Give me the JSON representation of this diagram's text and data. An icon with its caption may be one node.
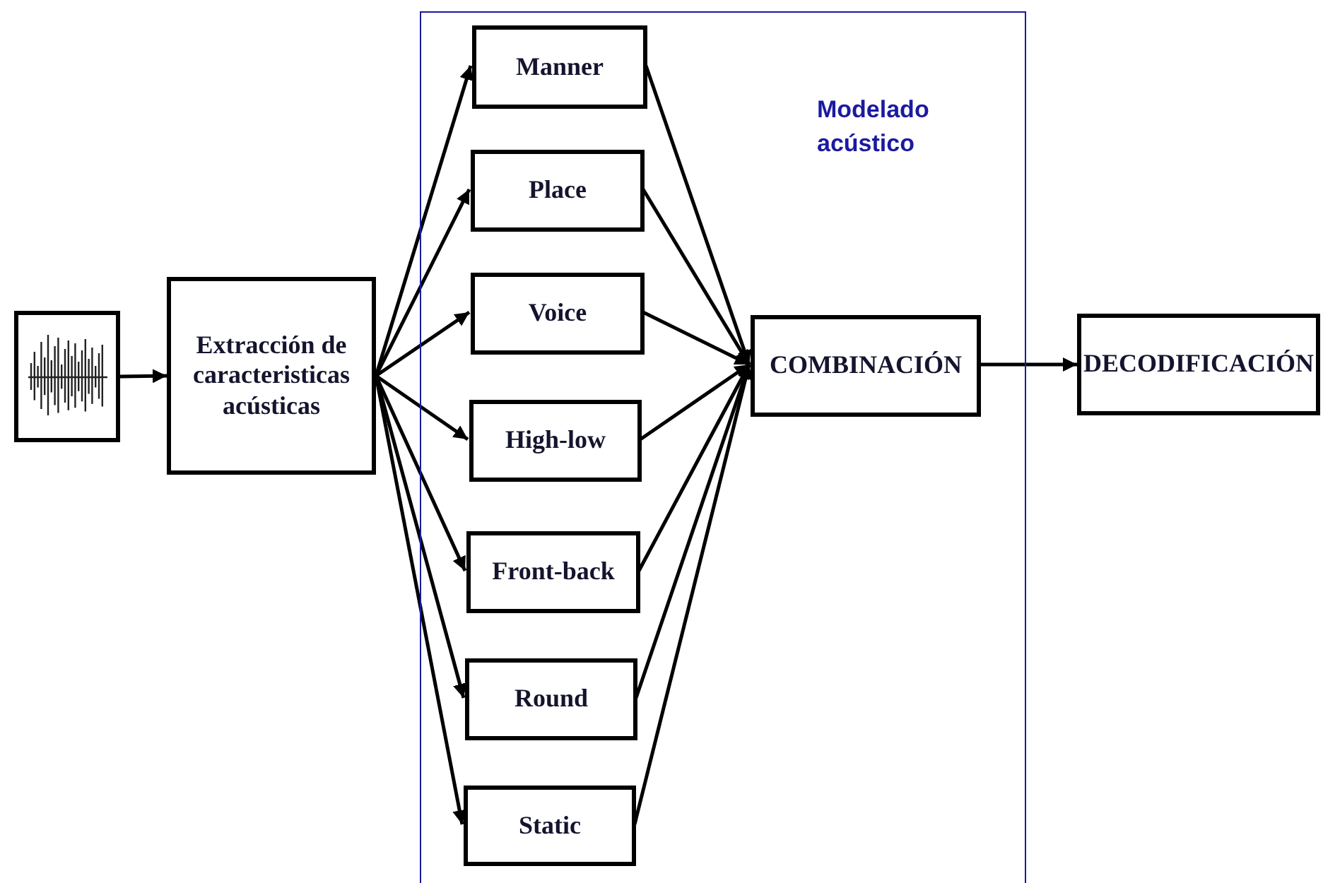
{
  "diagram": {
    "nodes": [
      {
        "text": [],
        "shape": "picture"
      },
      {
        "text": [
          "Extracción de caracteristicas acústicas"
        ]
      },
      {
        "text": [
          "Modelado acústico"
        ]
      },
      {
        "text": [
          "Manner"
        ],
        "in": 2
      },
      {
        "text": [
          "Place"
        ],
        "in": 2
      },
      {
        "text": [
          "Voice"
        ],
        "in": 2
      },
      {
        "text": [
          "High-low"
        ],
        "in": 2
      },
      {
        "text": [
          "Front-back"
        ],
        "in": 2
      },
      {
        "text": [
          "Round"
        ],
        "in": 2
      },
      {
        "text": [
          "Static"
        ],
        "in": 2
      },
      {
        "text": [
          "COMBINACIÓN"
        ],
        "in": 2
      },
      {
        "text": [
          "DECODIFICACIÓN"
        ]
      }
    ],
    "edges": [
      {
        "from": 0,
        "to": 1,
        "arrow": "to"
      },
      {
        "from": 1,
        "to": 3,
        "arrow": "to"
      },
      {
        "from": 1,
        "to": 4,
        "arrow": "to"
      },
      {
        "from": 1,
        "to": 5,
        "arrow": "to"
      },
      {
        "from": 1,
        "to": 6,
        "arrow": "to"
      },
      {
        "from": 1,
        "to": 7,
        "arrow": "to"
      },
      {
        "from": 1,
        "to": 8,
        "arrow": "to"
      },
      {
        "from": 1,
        "to": 9,
        "arrow": "to"
      },
      {
        "from": 3,
        "to": 10,
        "arrow": "to"
      },
      {
        "from": 4,
        "to": 10,
        "arrow": "to"
      },
      {
        "from": 5,
        "to": 10,
        "arrow": "to"
      },
      {
        "from": 6,
        "to": 10,
        "arrow": "to"
      },
      {
        "from": 7,
        "to": 10,
        "arrow": "to"
      },
      {
        "from": 8,
        "to": 10,
        "arrow": "to"
      },
      {
        "from": 9,
        "to": 10,
        "arrow": "to"
      },
      {
        "from": 10,
        "to": 11,
        "arrow": "to"
      }
    ]
  }
}
